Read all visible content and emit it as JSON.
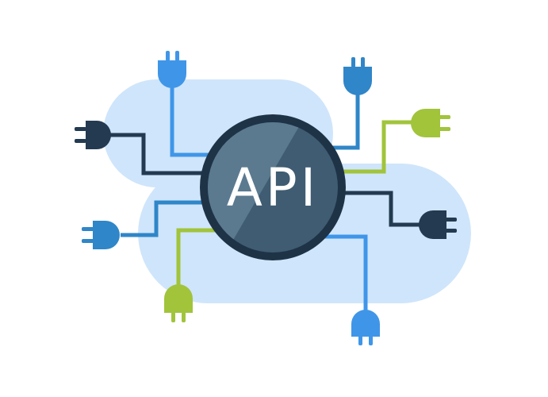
{
  "hub": {
    "label": "API"
  },
  "colors": {
    "background": "#ffffff",
    "cloud": "#cfe5fb",
    "hub_ring": "#1f3346",
    "hub_fill": "#3f5c72",
    "hub_highlight": "#5b7a90",
    "label": "#ffffff",
    "navy": "#233a51",
    "blue": "#2f86c8",
    "sky": "#3f96e8",
    "lime": "#a1c43b"
  },
  "connectors": [
    {
      "name": "sky-plug-top-left",
      "color": "sky",
      "direction": "up"
    },
    {
      "name": "navy-plug-left",
      "color": "navy",
      "direction": "left"
    },
    {
      "name": "blue-plug-left",
      "color": "blue",
      "direction": "left"
    },
    {
      "name": "lime-plug-bottom-left",
      "color": "lime",
      "direction": "down"
    },
    {
      "name": "blue-plug-top-right",
      "color": "blue",
      "direction": "up"
    },
    {
      "name": "lime-plug-right",
      "color": "lime",
      "direction": "right"
    },
    {
      "name": "navy-plug-right",
      "color": "navy",
      "direction": "right"
    },
    {
      "name": "sky-plug-bottom-right",
      "color": "sky",
      "direction": "down"
    }
  ]
}
